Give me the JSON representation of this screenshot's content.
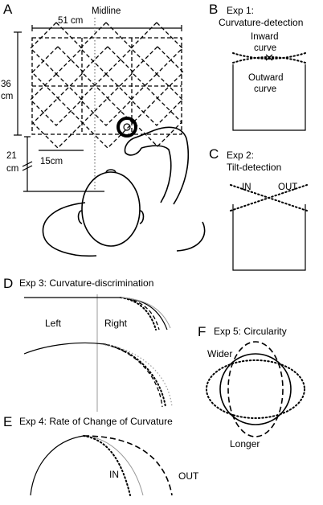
{
  "panels": {
    "A": {
      "letter": "A",
      "midline": "Midline",
      "width_label": "51 cm",
      "height_label_1": "36",
      "height_label_2": "cm",
      "dist_label_1": "21",
      "dist_label_2": "cm",
      "scale_label": "15cm"
    },
    "B": {
      "letter": "B",
      "title_1": "Exp 1:",
      "title_2": "Curvature-detection",
      "inward_1": "Inward",
      "inward_2": "curve",
      "outward_1": "Outward",
      "outward_2": "curve"
    },
    "C": {
      "letter": "C",
      "title_1": "Exp 2:",
      "title_2": "Tilt-detection",
      "in_label": "IN",
      "out_label": "OUT"
    },
    "D": {
      "letter": "D",
      "title": "Exp 3: Curvature-discrimination",
      "left_label": "Left",
      "right_label": "Right"
    },
    "E": {
      "letter": "E",
      "title": "Exp 4: Rate of Change of Curvature",
      "in_label": "IN",
      "out_label": "OUT"
    },
    "F": {
      "letter": "F",
      "title": "Exp 5: Circularity",
      "wider_label": "Wider",
      "longer_label": "Longer"
    }
  }
}
